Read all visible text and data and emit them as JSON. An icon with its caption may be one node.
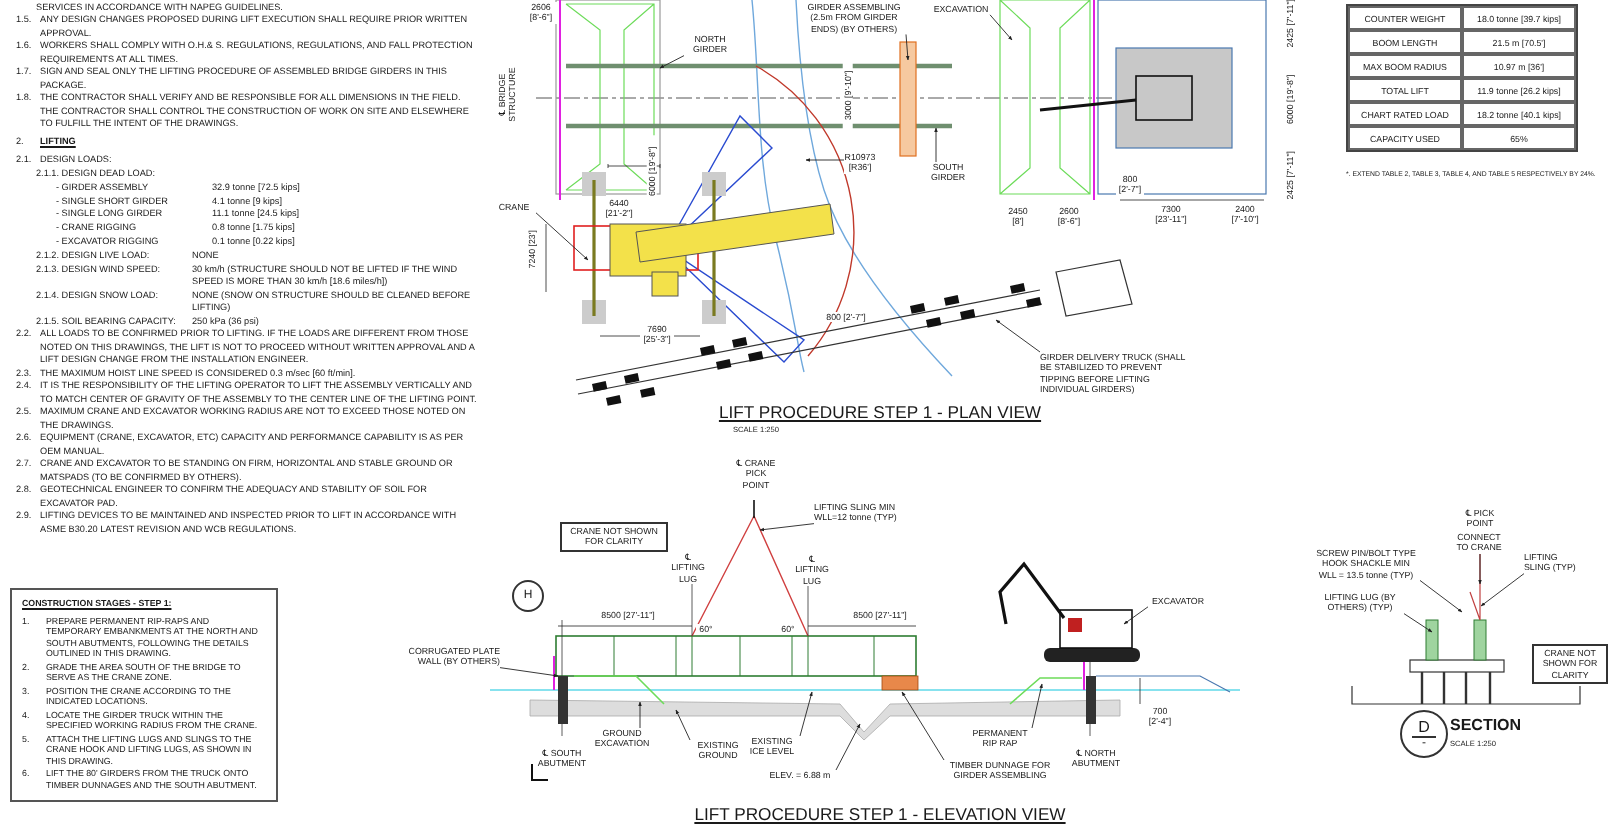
{
  "diagram": {
    "nodes": [
      {
        "text": [
          "CONSTRUCTION STAGES - STEP 1:",
          "1.",
          "PREPARE PERMANENT RIP-RAPS AND TEMPORARY EMBANKMENTS AT THE NORTH AND SOUTH ABUTMENTS, FOLLOWING THE DETAILS OUTLINED IN THIS DRAWING.",
          "2.",
          "GRADE THE AREA SOUTH OF THE BRIDGE TO SERVE AS THE CRANE ZONE.",
          "3.",
          "POSITION THE CRANE ACCORDING TO THE INDICATED LOCATIONS.",
          "4.",
          "LOCATE THE GIRDER TRUCK WITHIN THE SPECIFIED WORKING RADIUS FROM THE CRANE.",
          "5.",
          "ATTACH THE LIFTING LUGS AND SLINGS TO THE CRANE HOOK AND LIFTING LUGS, AS SHOWN IN THIS DRAWING.",
          "6.",
          "LIFT THE 80' GIRDERS FROM THE TRUCK ONTO TIMBER DUNNAGES AND THE SOUTH ABUTMENT."
        ]
      },
      {
        "text": [
          "NORTH GIRDER"
        ]
      },
      {
        "text": [
          "GIRDER ASSEMBLING (2.5m FROM GIRDER ENDS) (BY OTHERS)"
        ]
      },
      {
        "text": [
          "EXCAVATION"
        ]
      },
      {
        "text": [
          "SOUTH GIRDER"
        ]
      },
      {
        "text": [
          "R10973 [R36']"
        ]
      },
      {
        "text": [
          "CRANE"
        ]
      },
      {
        "text": [
          "GIRDER DELIVERY TRUCK (SHALL BE STABILIZED TO PREVENT TIPPING BEFORE LIFTING INDIVIDUAL GIRDERS)"
        ]
      },
      {
        "text": [
          "CRANE NOT SHOWN FOR CLARITY"
        ]
      },
      {
        "text": [
          "LIFTING SLING MIN WLL=12 tonne (TYP)"
        ]
      },
      {
        "text": [
          "CORRUGATED PLATE WALL (BY OTHERS)"
        ]
      },
      {
        "text": [
          "GROUND EXCAVATION"
        ]
      },
      {
        "text": [
          "EXISTING GROUND"
        ]
      },
      {
        "text": [
          "EXISTING ICE LEVEL"
        ]
      },
      {
        "text": [
          "ELEV. = 6.88 m"
        ]
      },
      {
        "text": [
          "PERMANENT RIP RAP"
        ]
      },
      {
        "text": [
          "TIMBER DUNNAGE FOR GIRDER ASSEMBLING"
        ]
      },
      {
        "text": [
          "EXCAVATOR"
        ]
      },
      {
        "text": [
          "SCREW PIN/BOLT TYPE HOOK SHACKLE MIN WLL = 13.5 tonne (TYP)"
        ]
      },
      {
        "text": [
          "CONNECT TO CRANE"
        ]
      },
      {
        "text": [
          "LIFTING SLING (TYP)"
        ]
      },
      {
        "text": [
          "LIFTING LUG (BY OTHERS) (TYP)"
        ]
      },
      {
        "text": [
          "CRANE NOT SHOWN FOR CLARITY"
        ]
      },
      {
        "text": [
          "D",
          "-"
        ],
        "beside": [
          "SECTION",
          "SCALE 1:250"
        ]
      },
      {
        "text": [
          "H"
        ]
      }
    ],
    "edges": [
      {
        "from": 1,
        "to": null,
        "arrow": "to"
      },
      {
        "from": 2,
        "to": null,
        "arrow": "to"
      },
      {
        "from": 3,
        "to": null,
        "arrow": "to"
      },
      {
        "from": 4,
        "to": null,
        "arrow": "to"
      },
      {
        "from": 5,
        "to": null,
        "arrow": "to"
      },
      {
        "from": 6,
        "to": null,
        "arrow": "to"
      },
      {
        "from": 7,
        "to": null,
        "arrow": "to"
      },
      {
        "from": 9,
        "to": null,
        "arrow": "to"
      },
      {
        "from": 10,
        "to": null,
        "arrow": "to"
      },
      {
        "from": 11,
        "to": null,
        "arrow": "to"
      },
      {
        "from": 12,
        "to": null,
        "arrow": "to"
      },
      {
        "from": 13,
        "to": null,
        "arrow": "to"
      },
      {
        "from": 14,
        "to": null,
        "arrow": "to"
      },
      {
        "from": 15,
        "to": null,
        "arrow": "to"
      },
      {
        "from": 16,
        "to": null,
        "arrow": "to"
      },
      {
        "from": 17,
        "to": null,
        "arrow": "to"
      },
      {
        "from": 18,
        "to": null,
        "arrow": "to"
      },
      {
        "from": 19,
        "to": null,
        "arrow": "to"
      },
      {
        "from": 20,
        "to": null,
        "arrow": "to"
      },
      {
        "from": 21,
        "to": null,
        "arrow": "to"
      }
    ],
    "labels": [
      "SERVICES IN ACCORDANCE WITH NAPEG GUIDELINES.",
      "1.5.",
      "ANY DESIGN CHANGES PROPOSED DURING LIFT EXECUTION SHALL REQUIRE PRIOR WRITTEN APPROVAL.",
      "1.6.",
      "WORKERS SHALL COMPLY WITH O.H.& S. REGULATIONS, REGULATIONS, AND FALL PROTECTION REQUIREMENTS AT ALL TIMES.",
      "1.7.",
      "SIGN AND SEAL ONLY THE LIFTING PROCEDURE OF ASSEMBLED BRIDGE GIRDERS IN THIS PACKAGE.",
      "1.8.",
      "THE CONTRACTOR SHALL VERIFY AND BE RESPONSIBLE FOR ALL DIMENSIONS IN THE FIELD. THE CONTRACTOR SHALL CONTROL THE CONSTRUCTION OF WORK ON SITE AND ELSEWHERE TO FULFILL THE INTENT OF THE DRAWINGS.",
      "2.",
      "LIFTING",
      "2.1.",
      "DESIGN LOADS:",
      "2.1.1. DESIGN DEAD LOAD:",
      "- GIRDER ASSEMBLY",
      "32.9 tonne [72.5 kips]",
      "- SINGLE SHORT GIRDER",
      "4.1 tonne [9 kips]",
      "- SINGLE LONG GIRDER",
      "11.1 tonne [24.5 kips]",
      "- CRANE RIGGING",
      "0.8 tonne [1.75 kips]",
      "- EXCAVATOR RIGGING",
      "0.1 tonne [0.22 kips]",
      "2.1.2. DESIGN LIVE LOAD:",
      "NONE",
      "2.1.3. DESIGN WIND SPEED:",
      "30 km/h (STRUCTURE SHOULD NOT BE LIFTED IF THE WIND SPEED IS MORE THAN 30 km/h [18.6 miles/h])",
      "2.1.4. DESIGN SNOW LOAD:",
      "NONE (SNOW ON STRUCTURE SHOULD BE CLEANED BEFORE LIFTING)",
      "2.1.5. SOIL BEARING CAPACITY:",
      "250 kPa (36 psi)",
      "2.2.",
      "ALL LOADS TO BE CONFIRMED PRIOR TO LIFTING. IF THE LOADS ARE DIFFERENT FROM THOSE NOTED ON THIS DRAWINGS, THE LIFT IS NOT TO PROCEED WITHOUT WRITTEN APPROVAL AND A LIFT DESIGN CHANGE FROM THE INSTALLATION ENGINEER.",
      "2.3.",
      "THE MAXIMUM HOIST LINE SPEED IS CONSIDERED 0.3 m/sec [60 ft/min].",
      "2.4.",
      "IT IS THE RESPONSIBILITY OF THE LIFTING OPERATOR TO LIFT THE ASSEMBLY VERTICALLY AND TO MATCH CENTER OF GRAVITY OF THE ASSEMBLY TO THE CENTER LINE OF THE LIFTING POINT.",
      "2.5.",
      "MAXIMUM CRANE AND EXCAVATOR WORKING RADIUS ARE NOT TO EXCEED THOSE NOTED ON THE DRAWINGS.",
      "2.6.",
      "EQUIPMENT (CRANE, EXCAVATOR, ETC) CAPACITY AND PERFORMANCE CAPABILITY IS AS PER OEM MANUAL.",
      "2.7.",
      "CRANE AND EXCAVATOR TO BE STANDING ON FIRM, HORIZONTAL AND STABLE GROUND OR MATSPADS (TO BE CONFIRMED BY OTHERS).",
      "2.8.",
      "GEOTECHNICAL ENGINEER TO CONFIRM THE ADEQUACY AND STABILITY OF SOIL FOR EXCAVATOR PAD.",
      "2.9.",
      "LIFTING DEVICES TO BE MAINTAINED AND INSPECTED PRIOR TO LIFT IN ACCORDANCE WITH ASME B30.20 LATEST REVISION AND WCB REGULATIONS.",
      "COUNTER WEIGHT",
      "18.0 tonne [39.7 kips]",
      "BOOM LENGTH",
      "21.5 m [70.5']",
      "MAX BOOM RADIUS",
      "10.97 m [36']",
      "TOTAL LIFT",
      "11.9 tonne [26.2 kips]",
      "CHART RATED LOAD",
      "18.2 tonne [40.1 kips]",
      "CAPACITY USED",
      "65%",
      "*. EXTEND TABLE 2, TABLE 3, TABLE 4, AND TABLE 5 RESPECTIVELY BY 24%.",
      "2606 [8'-6\"]",
      "℄ BRIDGE STRUCTURE",
      "3000 [9'-10\"]",
      "6000 [19'-8\"]",
      "6440 [21'-2\"]",
      "7240 [23']",
      "7690 [25'-3\"]",
      "800 [2'-7\"]",
      "2450 [8']",
      "2600 [8'-6\"]",
      "2425 [7'-11\"]",
      "6000 [19'-8\"]",
      "2425 [7'-11\"]",
      "800 [2'-7\"]",
      "7300 [23'-11\"]",
      "2400 [7'-10\"]",
      "LIFT PROCEDURE STEP 1 - PLAN VIEW",
      "SCALE 1:250",
      "℄ CRANE PICK POINT",
      "℄ LIFTING LUG",
      "℄ LIFTING LUG",
      "8500 [27'-11\"]",
      "60°",
      "60°",
      "8500 [27'-11\"]",
      "℄ SOUTH ABUTMENT",
      "℄ NORTH ABUTMENT",
      "700 [2'-4\"]",
      "LIFT PROCEDURE STEP 1 - ELEVATION VIEW",
      "℄ PICK POINT"
    ]
  }
}
